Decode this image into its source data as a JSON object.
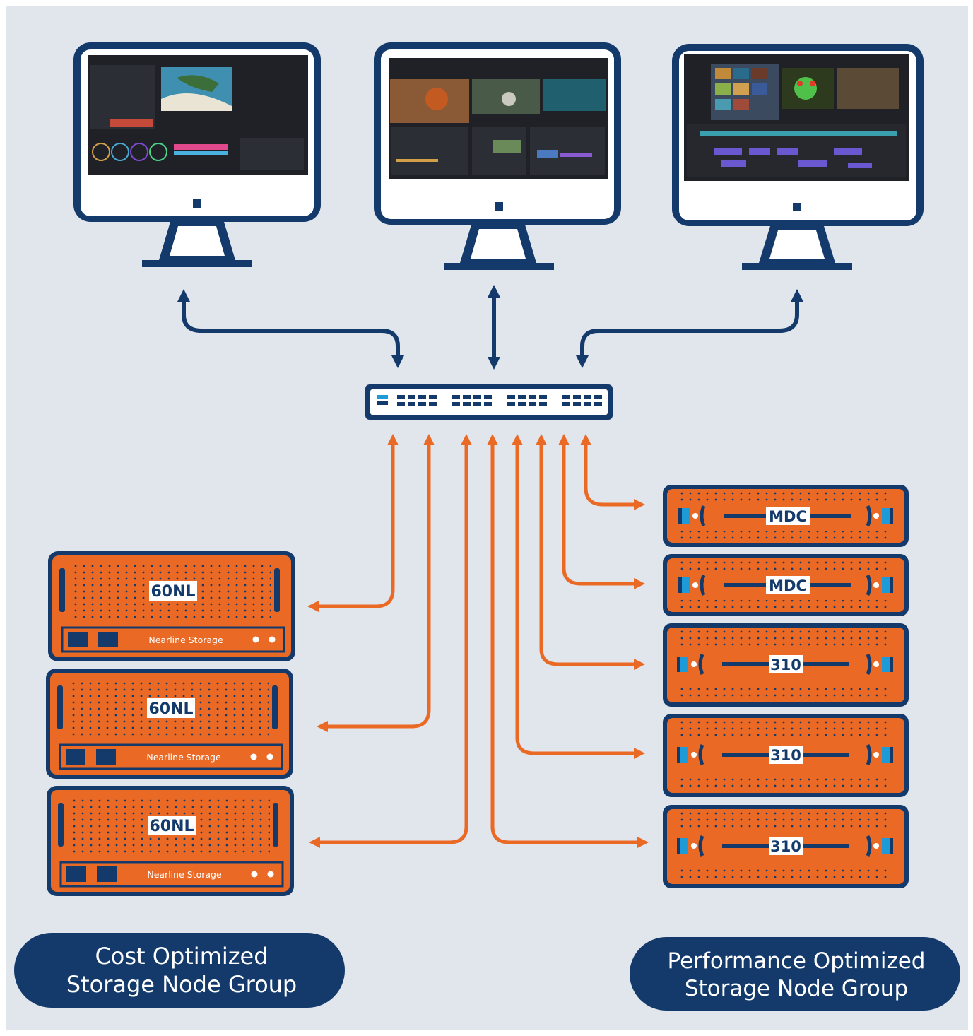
{
  "colors": {
    "background": "#e1e5ec",
    "navy": "#133a6b",
    "orange": "#ea6a25",
    "white": "#ffffff",
    "blue_accent": "#1e9ad8",
    "screen_dark": "#1f2126"
  },
  "workstations": [
    {
      "name": "workstation-1",
      "screen_app": "color-grading"
    },
    {
      "name": "workstation-2",
      "screen_app": "video-editing"
    },
    {
      "name": "workstation-3",
      "screen_app": "timeline-editing"
    }
  ],
  "switch": {
    "icon": "network-switch-icon"
  },
  "cost_nodes": [
    {
      "model": "60NL",
      "label": "Nearline Storage"
    },
    {
      "model": "60NL",
      "label": "Nearline Storage"
    },
    {
      "model": "60NL",
      "label": "Nearline Storage"
    }
  ],
  "performance_nodes": [
    {
      "model": "MDC"
    },
    {
      "model": "MDC"
    },
    {
      "model": "310"
    },
    {
      "model": "310"
    },
    {
      "model": "310"
    }
  ],
  "groups": {
    "cost": {
      "line1": "Cost Optimized",
      "line2": "Storage Node Group"
    },
    "performance": {
      "line1": "Performance Optimized",
      "line2": "Storage Node Group"
    }
  }
}
